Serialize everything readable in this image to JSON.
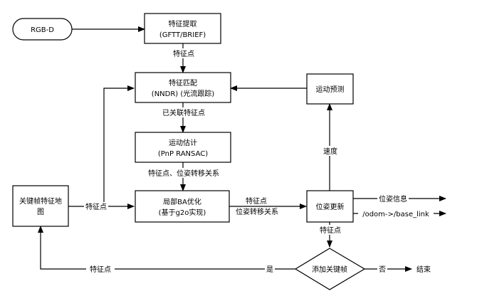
{
  "nodes": {
    "rgbd": {
      "label": "RGB-D"
    },
    "feature_extract": {
      "line1": "特征提取",
      "line2": "(GFTT/BRIEF)"
    },
    "feature_match": {
      "line1": "特征匹配",
      "line2": "(NNDR)  (光流跟踪)"
    },
    "motion_est": {
      "line1": "运动估计",
      "line2": "(PnP RANSAC)"
    },
    "local_ba": {
      "line1": "局部BA优化",
      "line2": "(基于g2o实现)"
    },
    "pose_update": {
      "label": "位姿更新"
    },
    "motion_pred": {
      "label": "运动预测"
    },
    "keyframe_map": {
      "line1": "关键帧特征地",
      "line2": "图"
    },
    "add_keyframe": {
      "label": "添加关键帧"
    },
    "end": {
      "label": "结束"
    }
  },
  "edges": {
    "extract_to_match": "特征点",
    "match_to_motion": "已关联特征点",
    "motion_to_ba": "特征点、位姿转移关系",
    "ba_to_pose_1": "特征点",
    "ba_to_pose_2": "位姿转移关系",
    "pose_to_pred": "速度",
    "pose_to_keyframe": "特征点",
    "pose_info": "位姿信息",
    "odom_tf": "/odom->/base_link",
    "map_to_ba": "特征点",
    "yes_branch": "是",
    "yes_feature": "特征点",
    "no_branch": "否"
  }
}
